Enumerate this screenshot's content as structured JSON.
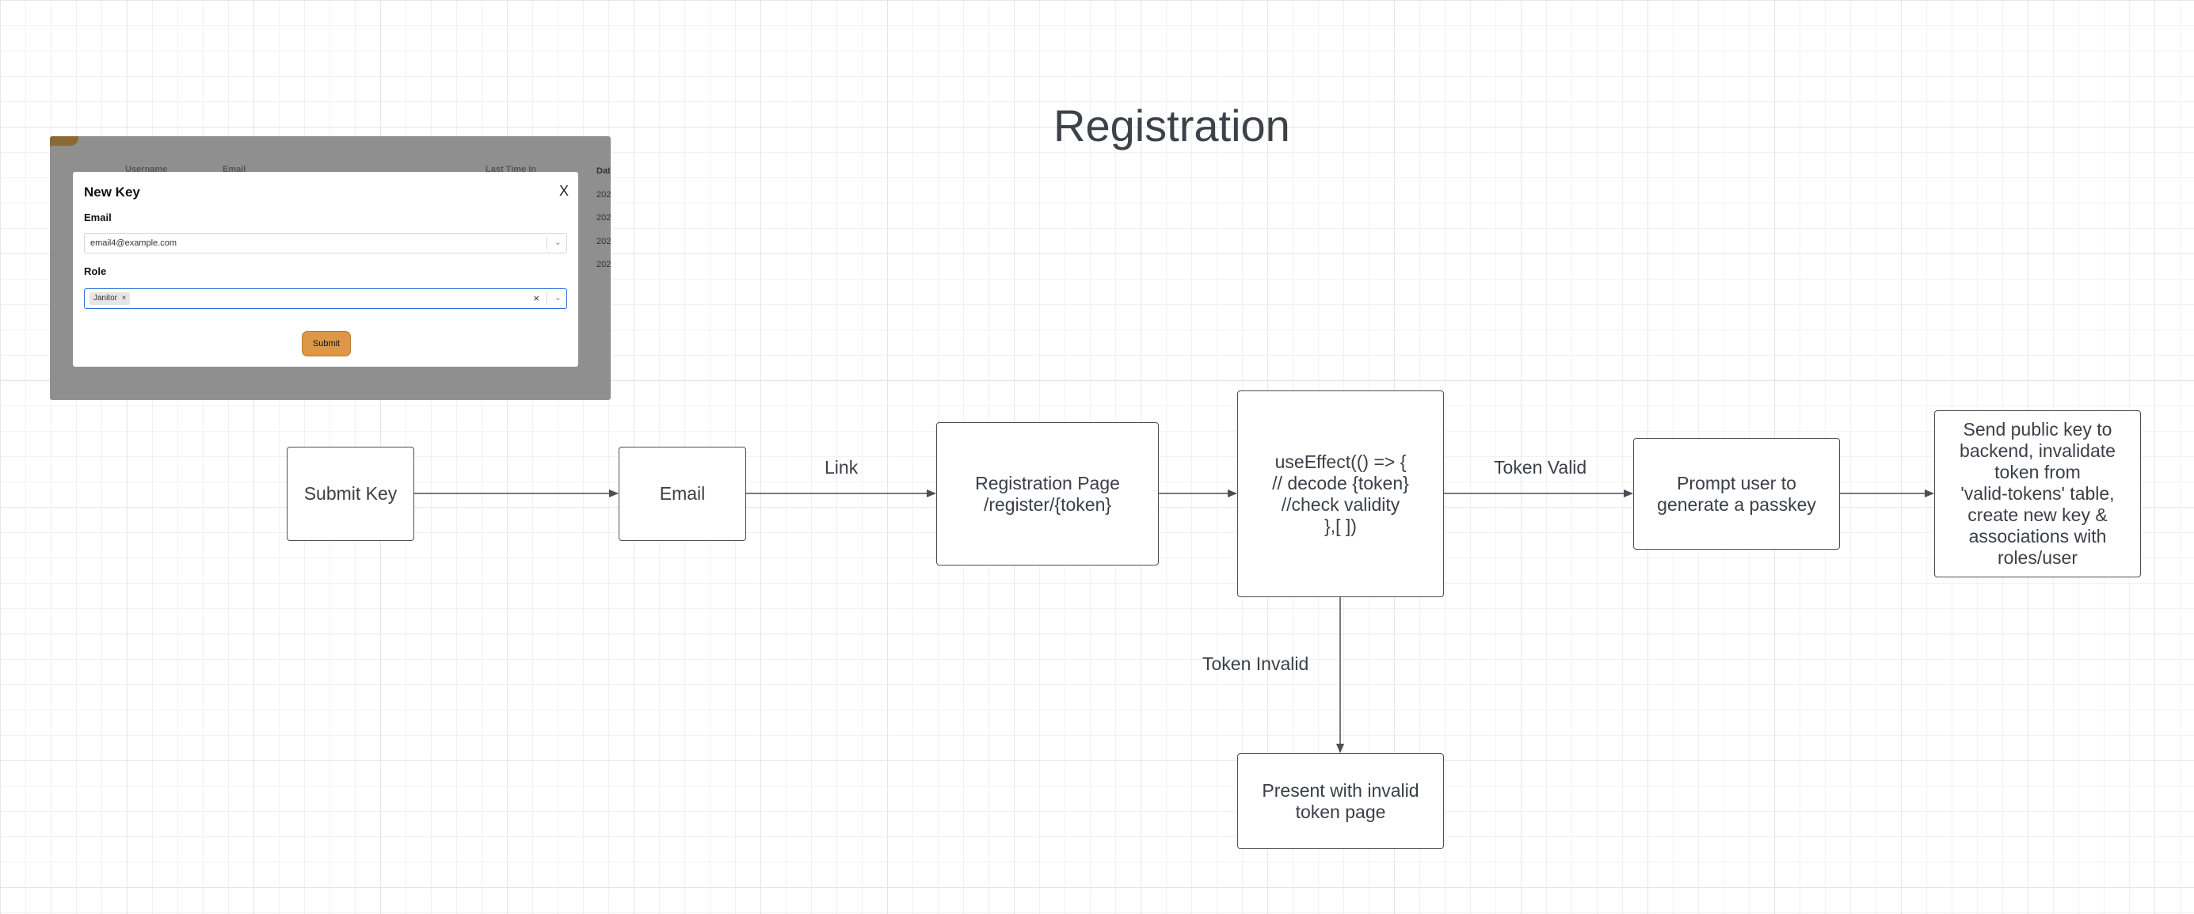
{
  "title": "Registration",
  "nodes": {
    "submit_key": "Submit Key",
    "email": "Email",
    "registration_page": "Registration Page\n/register/{token}",
    "use_effect": "useEffect(() => {\n// decode {token}\n//check validity\n},[ ])",
    "prompt_passkey": "Prompt user to\ngenerate a passkey",
    "send_public_key": "Send public key to\nbackend, invalidate\ntoken from\n'valid-tokens' table,\ncreate new key &\nassociations with\nroles/user",
    "invalid_page": "Present with invalid\ntoken page"
  },
  "edge_labels": {
    "link": "Link",
    "token_valid": "Token Valid",
    "token_invalid": "Token Invalid"
  },
  "screenshot": {
    "bg_headers": [
      "Username",
      "Email",
      "Last Time In",
      "Dat"
    ],
    "bg_dates": [
      "202",
      "202",
      "202",
      "202"
    ],
    "modal": {
      "title": "New Key",
      "close": "X",
      "email_label": "Email",
      "email_value": "email4@example.com",
      "role_label": "Role",
      "role_tag": "Janitor",
      "submit_label": "Submit"
    },
    "submit_color": "#dc9747"
  },
  "colors": {
    "line": "#4b4f56",
    "text": "#3a3f47"
  }
}
